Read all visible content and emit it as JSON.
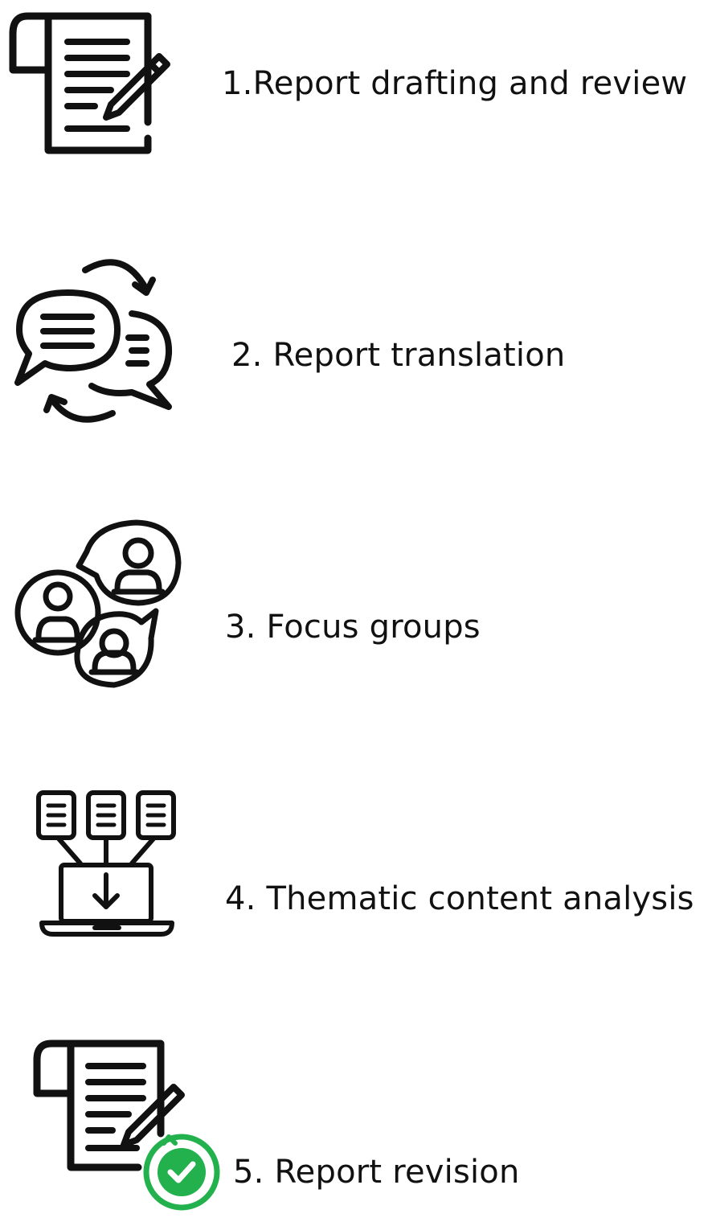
{
  "steps": [
    {
      "label": "1.Report drafting and review",
      "icon": "document-pen-icon"
    },
    {
      "label": "2. Report translation",
      "icon": "chat-exchange-icon"
    },
    {
      "label": "3. Focus groups",
      "icon": "focus-group-icon"
    },
    {
      "label": "4. Thematic content analysis",
      "icon": "laptop-documents-icon"
    },
    {
      "label": "5. Report revision",
      "icon": "document-revision-icon"
    }
  ],
  "colors": {
    "ink": "#111111",
    "revision_accent": "#22b14c"
  }
}
